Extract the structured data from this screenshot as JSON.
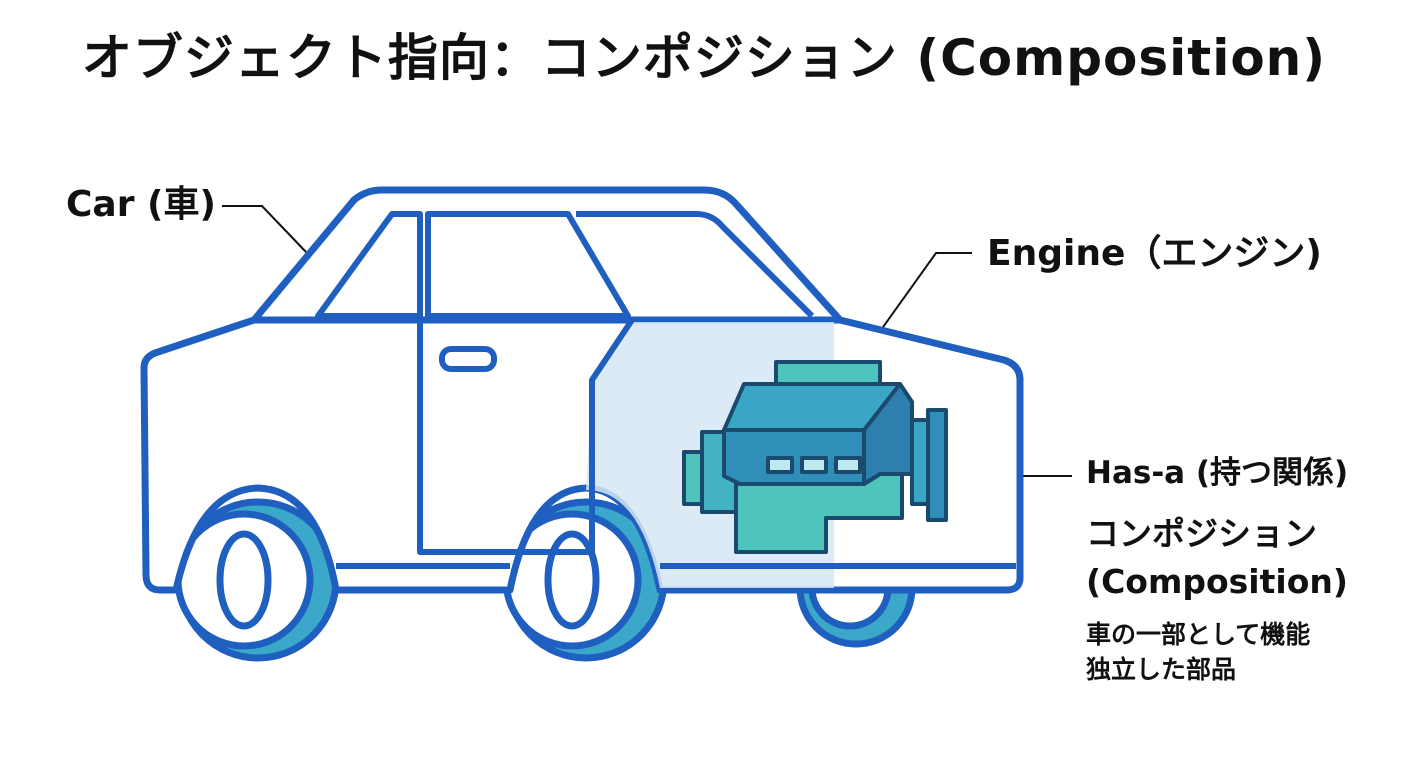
{
  "title": "オブジェクト指向：コンポジション (Composition)",
  "labels": {
    "car": "Car (車)",
    "engine": "Engine（エンジン)",
    "has_a": "Has-a (持つ関係)",
    "composition_jp": "コンポジション",
    "composition_en": "(Composition)",
    "description_line1": "車の一部として機能",
    "description_line2": "独立した部品"
  },
  "colors": {
    "outline_blue": "#1f5fc0",
    "wheel_teal": "#3ba8c9",
    "engine_teal": "#4fc4bc",
    "engine_dark": "#1a4a6e",
    "window_tint": "#d6e6f4",
    "text": "#111111"
  },
  "icons": {
    "car": "car-outline-icon",
    "engine": "engine-block-icon",
    "composition_marker": "filled-diamond-icon"
  }
}
